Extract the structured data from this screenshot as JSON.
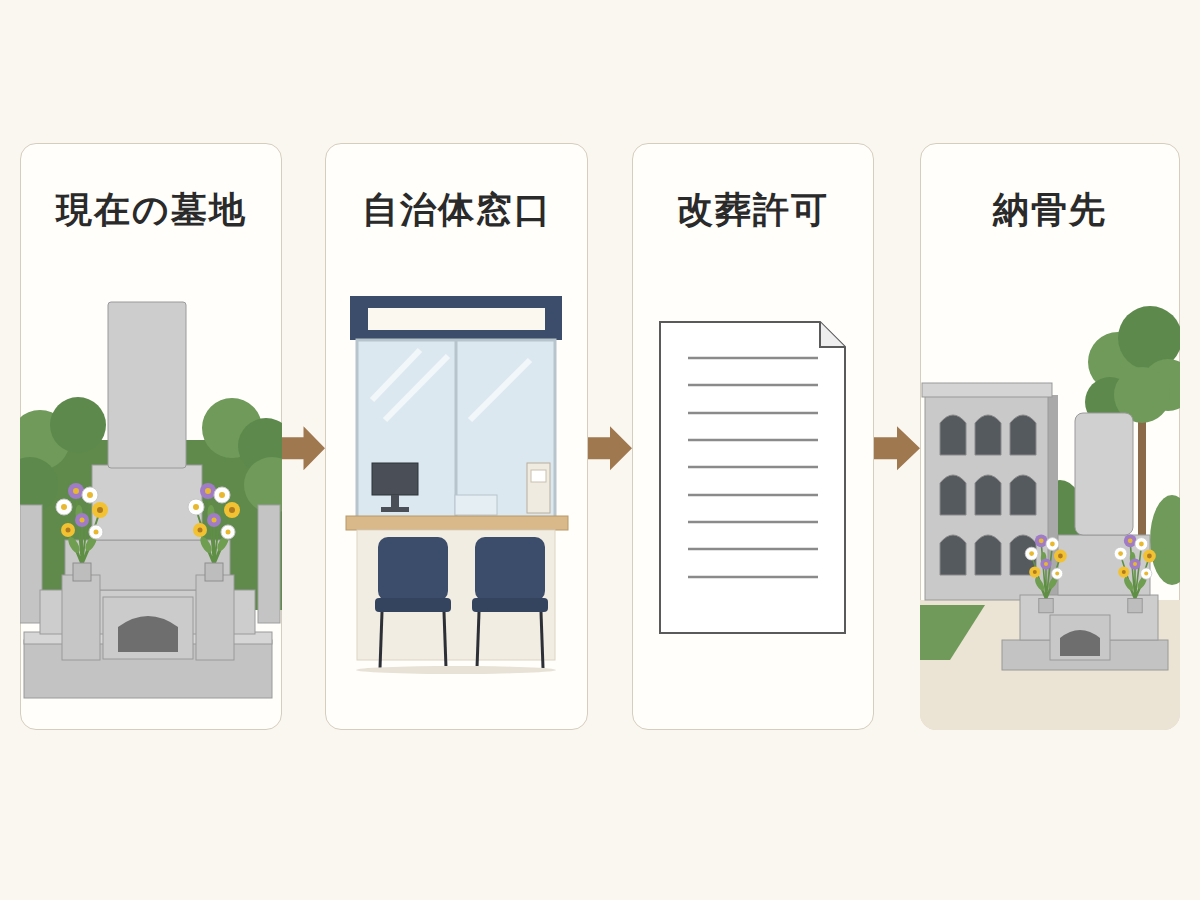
{
  "diagram": {
    "nodes": [
      {
        "text": [
          "現在の墓地"
        ]
      },
      {
        "text": [
          "自治体窓口"
        ]
      },
      {
        "text": [
          "改葬許可"
        ]
      },
      {
        "text": [
          "納骨先"
        ]
      }
    ],
    "edges": [
      {
        "from": 0,
        "to": 1,
        "arrow": "to"
      },
      {
        "from": 1,
        "to": 2,
        "arrow": "to"
      },
      {
        "from": 2,
        "to": 3,
        "arrow": "to"
      }
    ]
  }
}
